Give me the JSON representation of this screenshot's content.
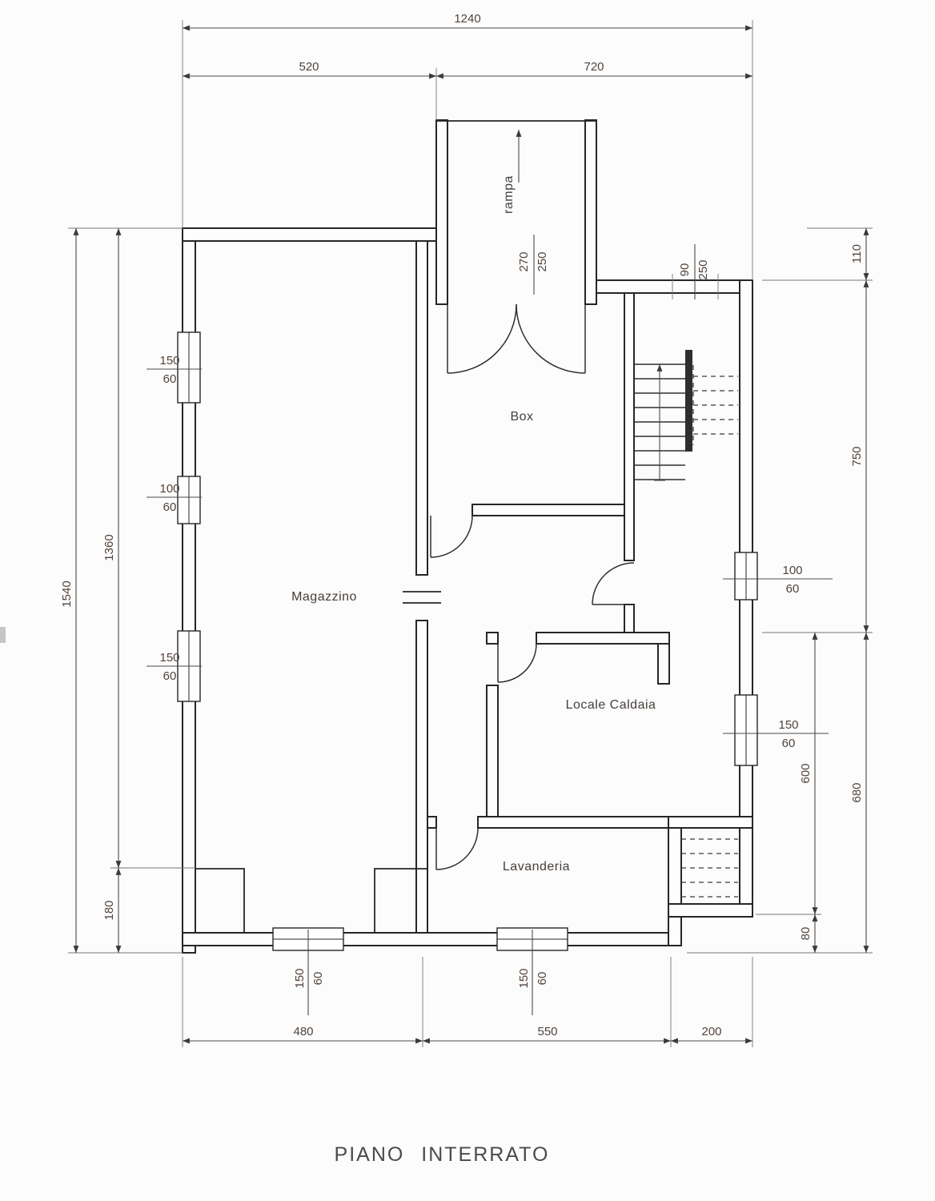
{
  "title": "PIANO INTERRATO",
  "rooms": {
    "magazzino": "Magazzino",
    "box": "Box",
    "locale_caldaia": "Locale Caldaia",
    "lavanderia": "Lavanderia",
    "rampa": "rampa"
  },
  "dimensions": {
    "top_total": "1240",
    "top_left": "520",
    "top_right": "720",
    "left_outer": "1540",
    "left_inner": "1360",
    "left_bottom": "180",
    "right_offset_top": "110",
    "right_upper": "750",
    "right_lower": "680",
    "right_inner_height": "600",
    "right_inner_base": "80",
    "bottom_left": "480",
    "bottom_center": "550",
    "bottom_right": "200",
    "ramp_width": {
      "num": "270",
      "den": "250"
    },
    "stair_door": {
      "num": "90",
      "den": "250"
    }
  },
  "window_dims": [
    {
      "id": "left-top",
      "width": "150",
      "height": "60"
    },
    {
      "id": "left-middle",
      "width": "100",
      "height": "60"
    },
    {
      "id": "left-bottom",
      "width": "150",
      "height": "60"
    },
    {
      "id": "right-upper",
      "width": "100",
      "height": "60"
    },
    {
      "id": "right-lower",
      "width": "150",
      "height": "60"
    },
    {
      "id": "bottom-left",
      "width": "150",
      "height": "60"
    },
    {
      "id": "bottom-right",
      "width": "150",
      "height": "60"
    }
  ]
}
